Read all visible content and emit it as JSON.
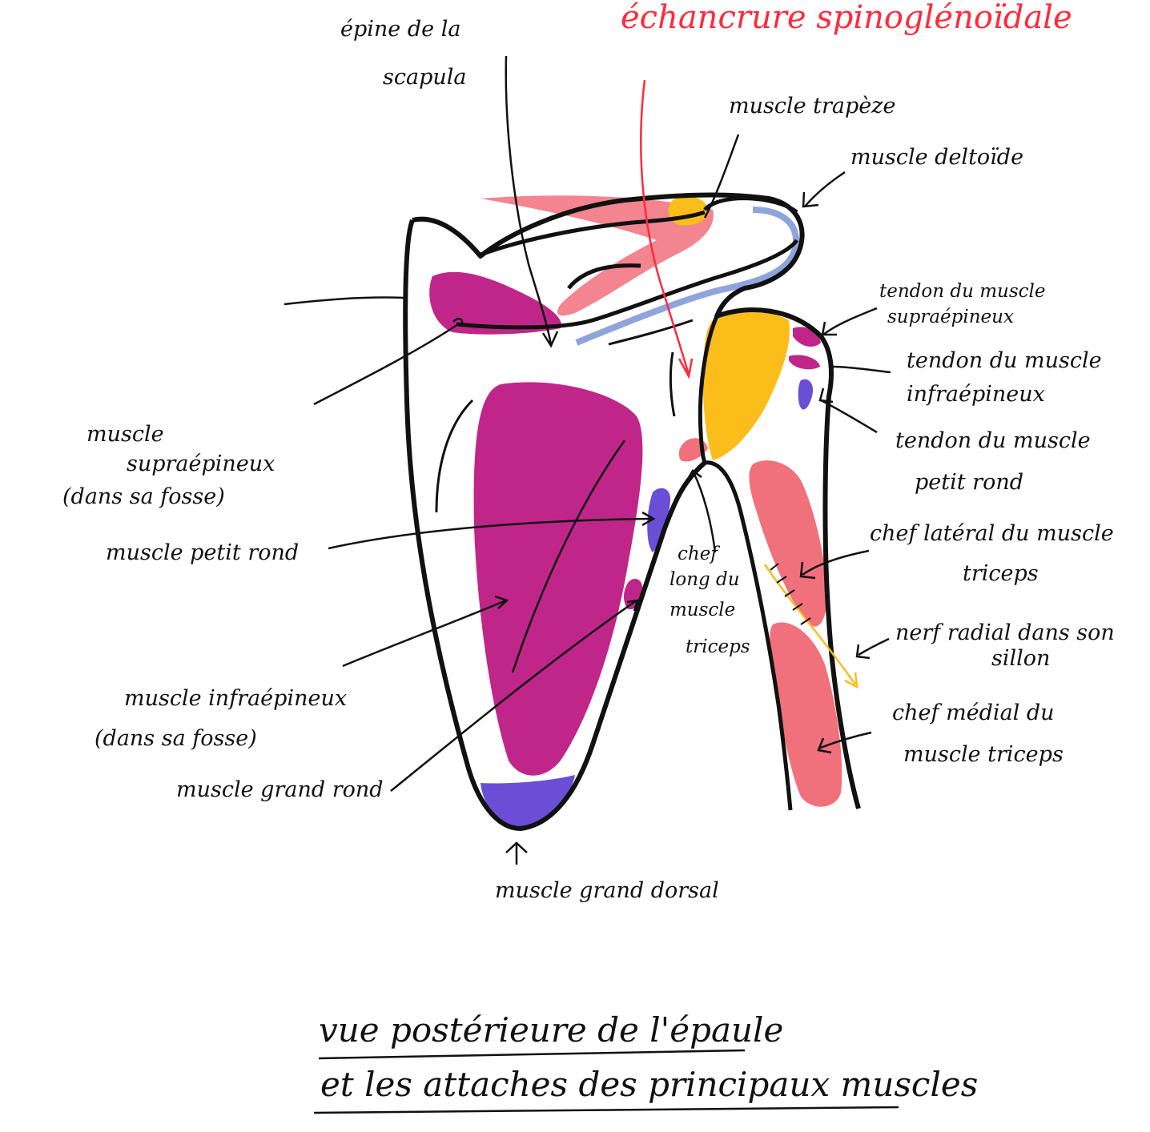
{
  "labels": {
    "echancrure": "échancrure spinoglénoïdale",
    "epine_line1": "épine de la",
    "epine_line2": "scapula",
    "trapeze": "muscle trapèze",
    "deltoide": "muscle deltoïde",
    "tendon_supra_line1": "tendon du muscle",
    "tendon_supra_line2": "supraépineux",
    "tendon_infra_line1": "tendon du muscle",
    "tendon_infra_line2": "infraépineux",
    "tendon_petit_line1": "tendon du muscle",
    "tendon_petit_line2": "petit rond",
    "supra_line1": "muscle",
    "supra_line2": "supraépineux",
    "supra_line3": "(dans sa fosse)",
    "petit_rond": "muscle petit rond",
    "infra_line1": "muscle infraépineux",
    "infra_line2": "(dans sa fosse)",
    "grand_rond": "muscle grand rond",
    "grand_dorsal": "muscle grand dorsal",
    "chef_long_line1": "chef",
    "chef_long_line2": "long du",
    "chef_long_line3": "muscle",
    "chef_long_line4": "triceps",
    "chef_lateral_line1": "chef latéral du muscle",
    "chef_lateral_line2": "triceps",
    "nerf_line1": "nerf radial dans son",
    "nerf_line2": "sillon",
    "chef_medial_line1": "chef médial du",
    "chef_medial_line2": "muscle triceps"
  },
  "title": {
    "line1": "vue postérieure de l'épaule",
    "line2": "et les attaches des principaux muscles"
  },
  "colors": {
    "magenta": "#c0268a",
    "pink": "#f0707c",
    "yellow": "#fbbd1a",
    "violet": "#6a4fd6",
    "blue": "#8fa4db",
    "red_text": "#ff2a3c"
  }
}
